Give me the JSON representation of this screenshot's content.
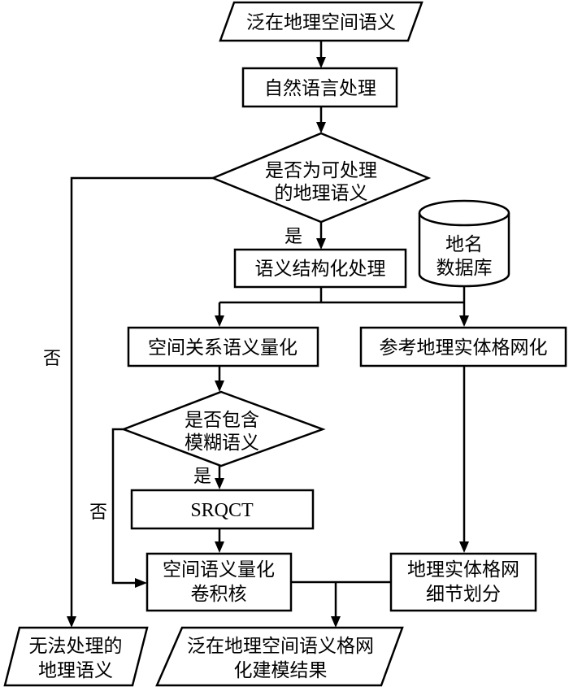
{
  "nodes": {
    "input": {
      "type": "parallelogram",
      "lines": [
        "泛在地理空间语义"
      ]
    },
    "nlp": {
      "type": "process",
      "lines": [
        "自然语言处理"
      ]
    },
    "decision_processable": {
      "type": "decision",
      "lines": [
        "是否为可处理",
        "的地理语义"
      ]
    },
    "semantic_structuring": {
      "type": "process",
      "lines": [
        "语义结构化处理"
      ]
    },
    "placename_db": {
      "type": "database",
      "lines": [
        "地名",
        "数据库"
      ]
    },
    "spatial_relation_quant": {
      "type": "process",
      "lines": [
        "空间关系语义量化"
      ]
    },
    "ref_entity_grid": {
      "type": "process",
      "lines": [
        "参考地理实体格网化"
      ]
    },
    "decision_fuzzy": {
      "type": "decision",
      "lines": [
        "是否包含",
        "模糊语义"
      ]
    },
    "srqct": {
      "type": "process",
      "lines": [
        "SRQCT"
      ]
    },
    "conv_kernel": {
      "type": "process",
      "lines": [
        "空间语义量化",
        "卷积核"
      ]
    },
    "entity_grid_detail": {
      "type": "process",
      "lines": [
        "地理实体格网",
        "细节划分"
      ]
    },
    "unprocessable_output": {
      "type": "parallelogram",
      "lines": [
        "无法处理的",
        "地理语义"
      ]
    },
    "result_output": {
      "type": "parallelogram",
      "lines": [
        "泛在地理空间语义格网",
        "化建模结果"
      ]
    }
  },
  "edge_labels": {
    "yes_1": "是",
    "no_1": "否",
    "yes_2": "是",
    "no_2": "否"
  },
  "colors": {
    "stroke": "#000000",
    "fill": "#ffffff",
    "text": "#000000"
  }
}
